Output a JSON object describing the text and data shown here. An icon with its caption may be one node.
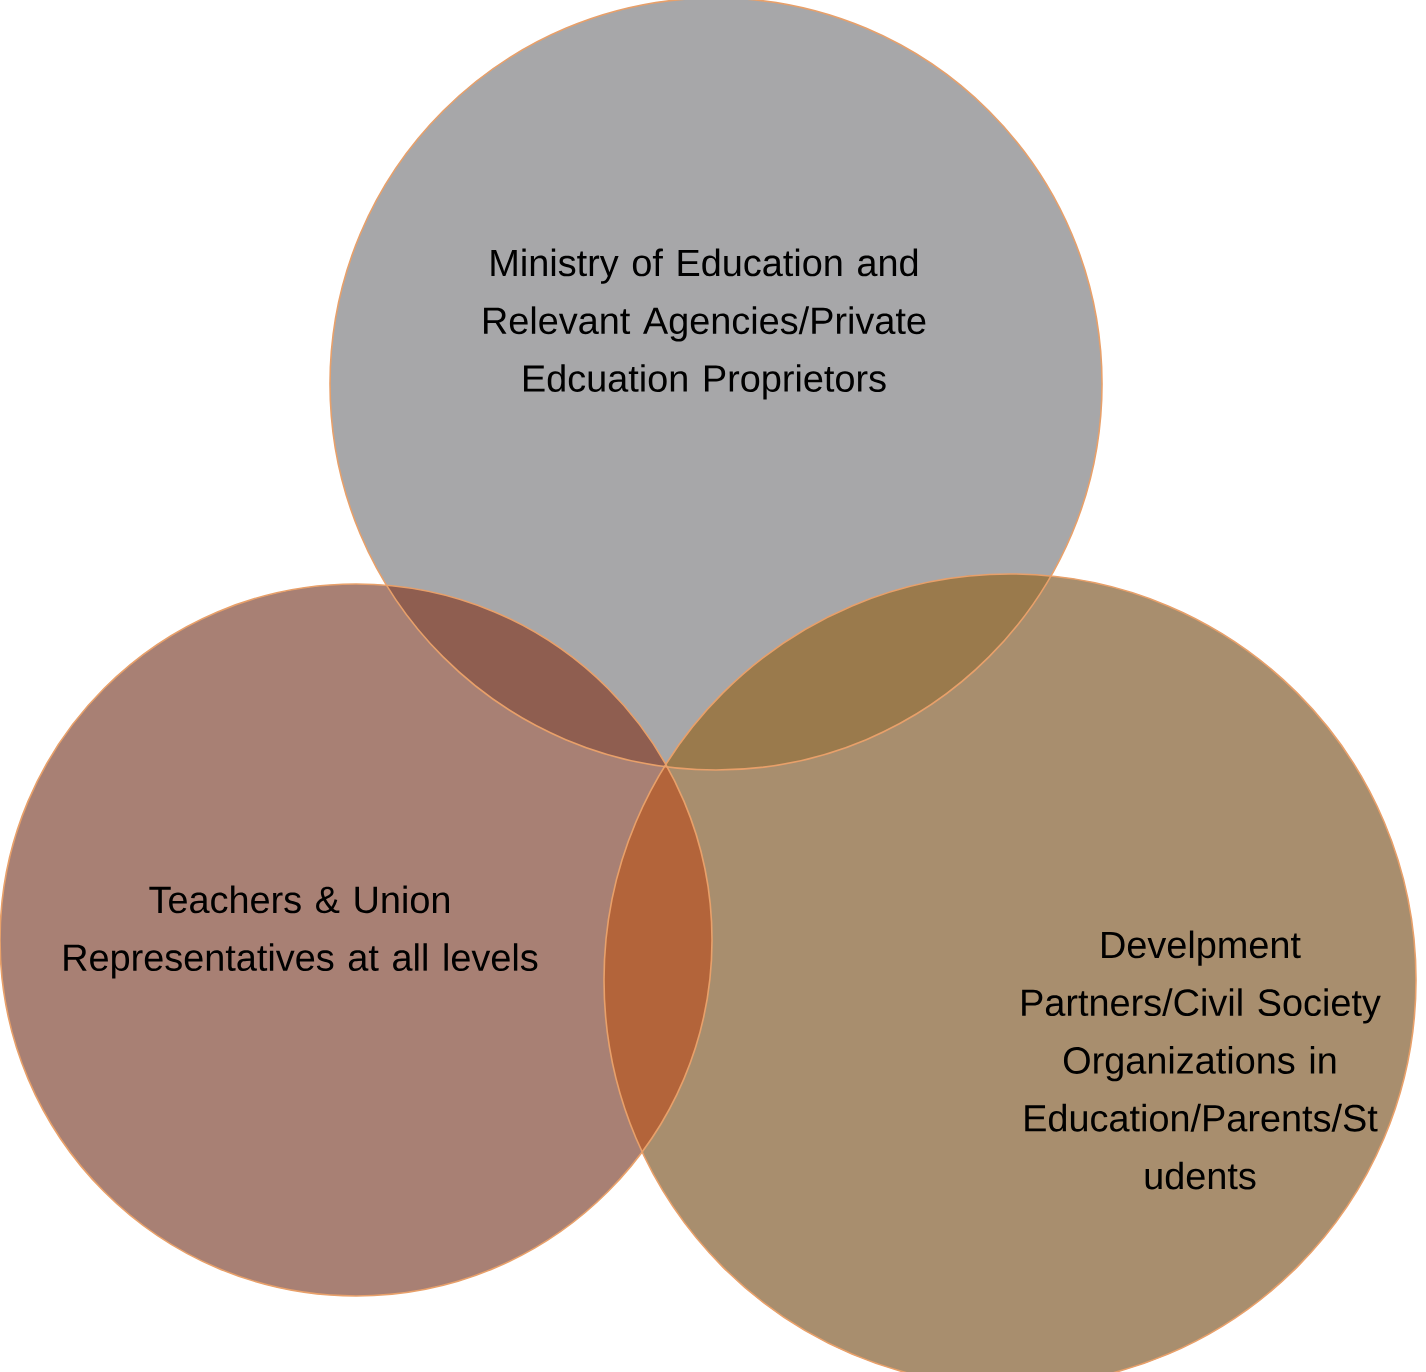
{
  "diagram": {
    "nodes": [
      {
        "text": [
          "Ministry of Education and Relevant Agencies/Private Edcuation Proprietors"
        ]
      },
      {
        "text": [
          "Teachers & Union Representatives at all levels"
        ]
      },
      {
        "text": [
          "Develpment Partners/Civil Society Organizations in Education/Parents/St udents"
        ]
      }
    ]
  }
}
